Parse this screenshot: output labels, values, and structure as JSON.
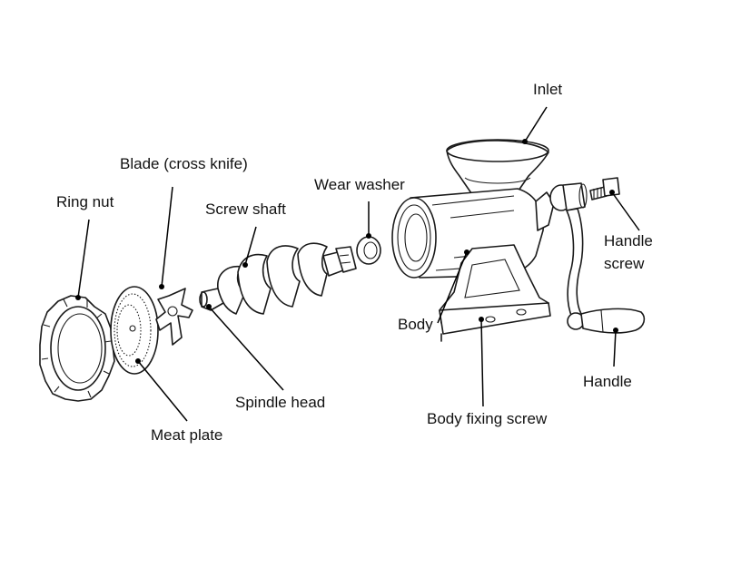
{
  "labels": {
    "inlet": "Inlet",
    "wear_washer": "Wear washer",
    "blade": "Blade (cross knife)",
    "screw_shaft": "Screw shaft",
    "ring_nut": "Ring nut",
    "handle_screw_1": "Handle",
    "handle_screw_2": "screw",
    "body": "Body",
    "handle": "Handle",
    "spindle_head": "Spindle head",
    "body_fixing_screw": "Body fixing screw",
    "meat_plate": "Meat plate"
  },
  "colors": {
    "line": "#1a1a1a",
    "background": "#ffffff"
  }
}
